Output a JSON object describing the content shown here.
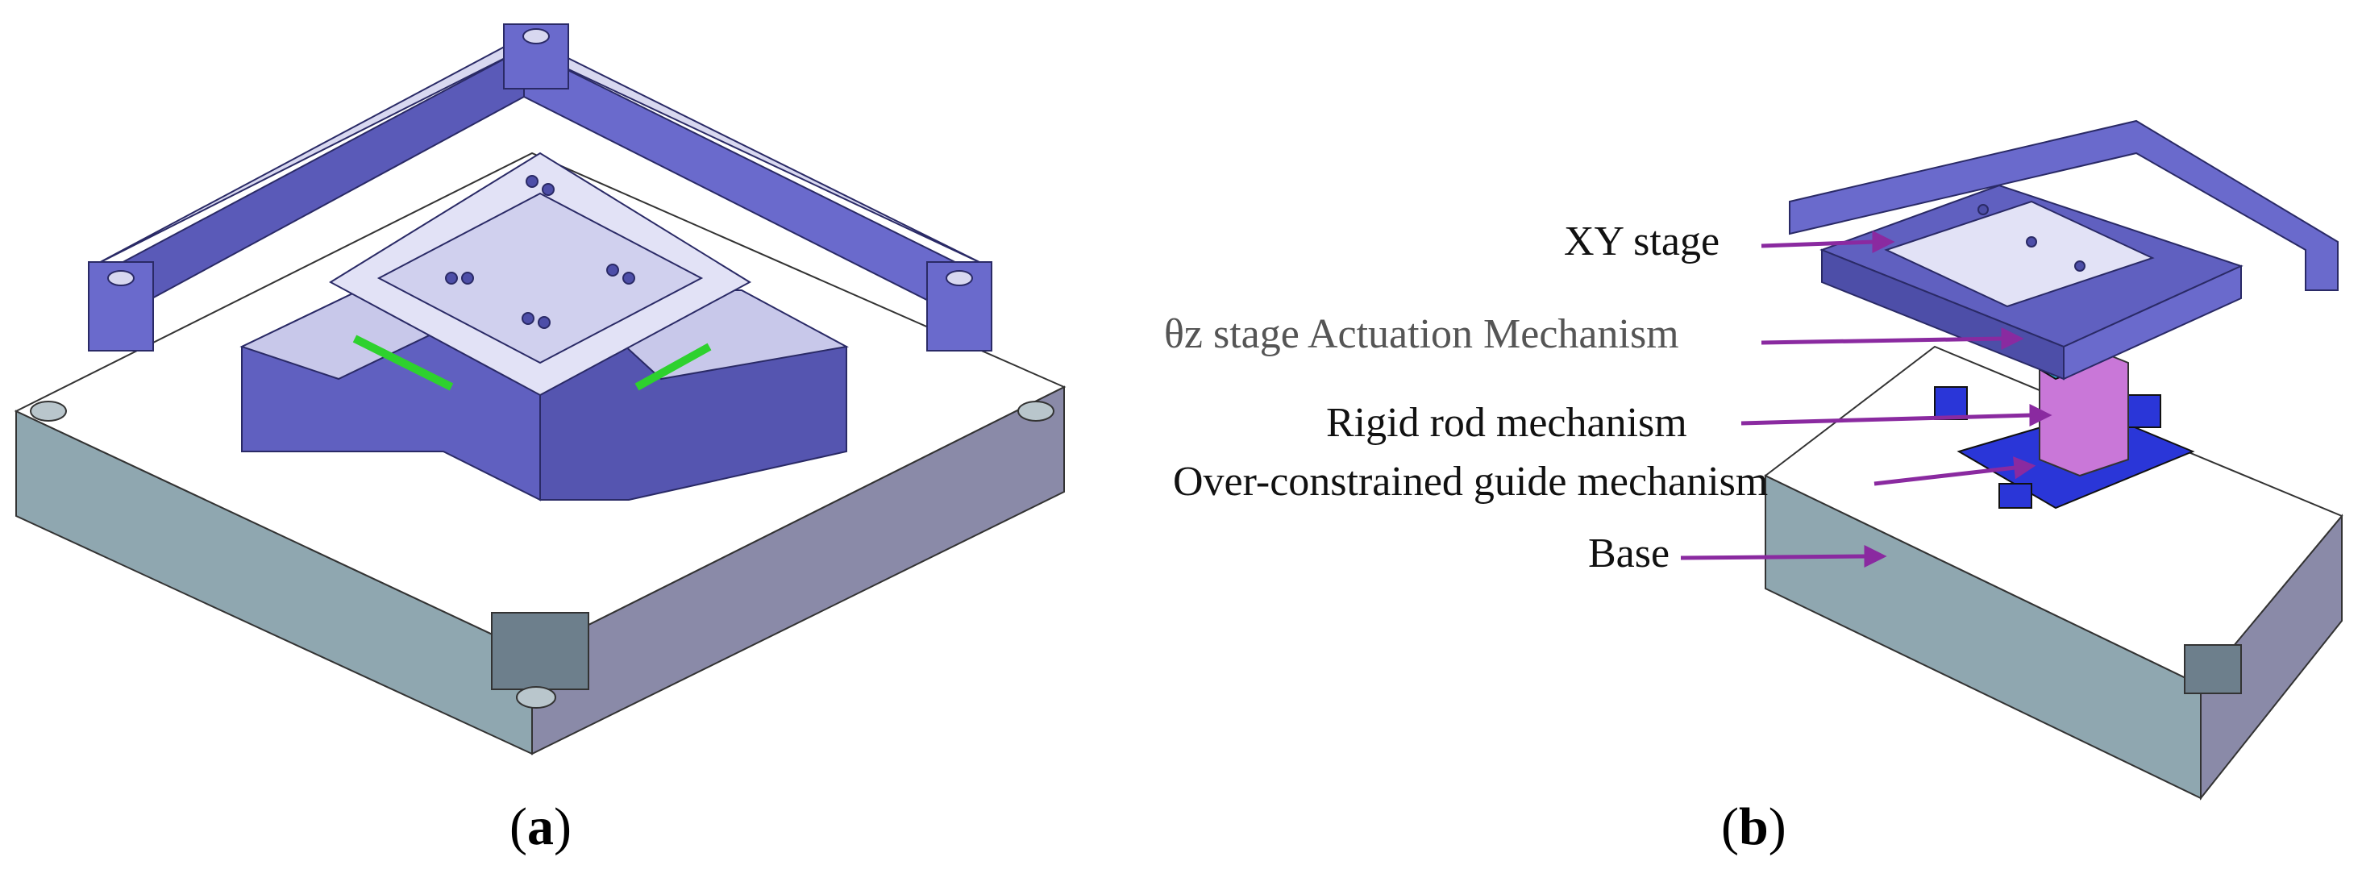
{
  "figure": {
    "panel_a": {
      "label_open": "(",
      "label_letter": "a",
      "label_close": ")"
    },
    "panel_b": {
      "label_open": "(",
      "label_letter": "b",
      "label_close": ")",
      "callouts": [
        {
          "id": "xy",
          "text": "XY stage"
        },
        {
          "id": "theta",
          "text": "θz stage Actuation Mechanism"
        },
        {
          "id": "rigid",
          "text": "Rigid rod mechanism"
        },
        {
          "id": "guide",
          "text": "Over-constrained guide mechanism"
        },
        {
          "id": "base",
          "text": "Base"
        }
      ]
    },
    "colors": {
      "stage_purple": "#6a6acc",
      "stage_purple_dark": "#4d4ea8",
      "stage_top": "#d8d8f0",
      "base_left": "#8fa7b0",
      "base_right": "#8a8aa8",
      "base_top": "#ffffff",
      "arrow_purple": "#8a2aa0",
      "flexure_green": "#2ed12e",
      "rod_magenta": "#c977d8",
      "cyan": "#29b8d8",
      "guide_blue": "#2a36d8"
    }
  }
}
